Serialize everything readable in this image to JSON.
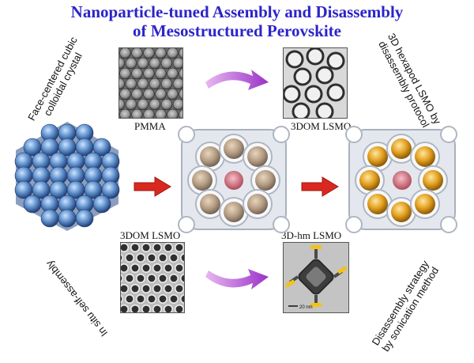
{
  "title": {
    "line1": "Nanoparticle-tuned Assembly and Disassembly",
    "line2": "of Mesostructured Perovskite"
  },
  "labels": {
    "fcc_line1": "Face-centered cubic",
    "fcc_line2": "colloidal crystal",
    "hexapod_line1": "3D hexapod LSMO by",
    "hexapod_line2": "disassembly protocol",
    "selfassembly": "In situ self-assembly",
    "disassembly_line1": "Disassembly strategy",
    "disassembly_line2": "by sonication method"
  },
  "captions": {
    "pmma": "PMMA",
    "dom_top": "3DOM LSMO",
    "dom_bottom": "3DOM LSMO",
    "hm": "3D-hm LSMO",
    "scale": "20 nm"
  },
  "icons": {
    "arrow_right": "red-arrow-icon",
    "arrow_curved": "purple-curved-arrow-icon"
  },
  "colors": {
    "title": "#2b24c8",
    "red_arrow": "#d8281f",
    "purple_arrow": "#b04bd6",
    "sphere_blue": "#4f87c6",
    "nanoparticle_gold": "#e3a020",
    "nanoparticle_red": "#d86a78"
  }
}
